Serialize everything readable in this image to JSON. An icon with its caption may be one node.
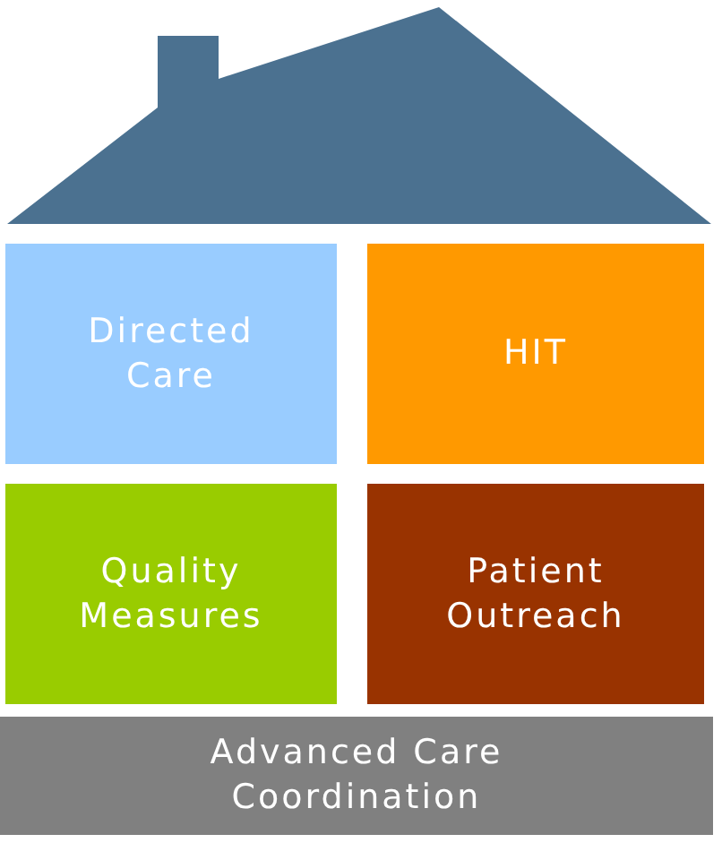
{
  "diagram": {
    "nodes": [
      {
        "text": [
          "Directed Care"
        ]
      },
      {
        "text": [
          "HIT"
        ]
      },
      {
        "text": [
          "Quality Measures"
        ]
      },
      {
        "text": [
          "Patient Outreach"
        ]
      },
      {
        "text": [
          "Advanced Care Coordination"
        ]
      }
    ]
  }
}
